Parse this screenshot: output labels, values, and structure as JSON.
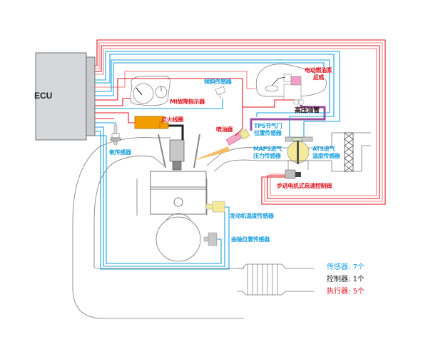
{
  "diagram": {
    "ecu_label": "ECU",
    "components": {
      "fuel_pump": [
        "电动燃油泵",
        "总成"
      ],
      "high_pressure_line": "高压油管",
      "tilt_sensor": "倾斜传感器",
      "mil_indicator": "MI故障指示器",
      "ignition_coil": "点火线圈",
      "injector": "喷油器",
      "tps": [
        "TPS节气门",
        "位置传感器"
      ],
      "maps": [
        "MAPS进气",
        "压力传感器"
      ],
      "ats": [
        "ATS进气",
        "温度传感器"
      ],
      "idle_valve": "步进电机式怠速控制阀",
      "oxygen_sensor": "氧传感器",
      "coolant_temp_sensor": "发动机温度传感器",
      "crank_position_sensor": "曲轴位置传感器"
    },
    "legend": [
      {
        "label": "传感器:",
        "count": "7个",
        "color": "#1aa0e0"
      },
      {
        "label": "控制器:",
        "count": "1个",
        "color": "#222222"
      },
      {
        "label": "执行器:",
        "count": "5个",
        "color": "#e0141e"
      }
    ],
    "colors": {
      "sensor_wire": "#1aa0e0",
      "actuator_wire": "#e0141e",
      "actuator_wire_light": "#f08080",
      "high_pressure_line": "#9b4ea0"
    }
  }
}
